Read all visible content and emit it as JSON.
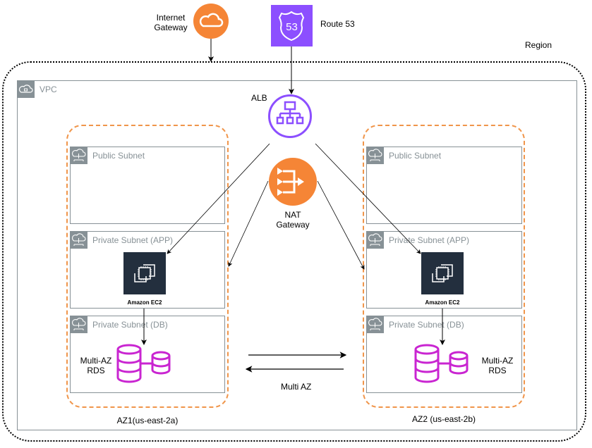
{
  "diagram": {
    "title": "AWS Multi-AZ Architecture",
    "external": {
      "internet_gateway": {
        "label_line1": "Internet",
        "label_line2": "Gateway",
        "color": "#f58536"
      },
      "route53": {
        "label": "Route 53",
        "glyph": "53",
        "color": "#8c4fff"
      }
    },
    "region": {
      "label": "Region"
    },
    "vpc": {
      "label": "VPC"
    },
    "alb": {
      "label": "ALB",
      "color": "#8c4fff"
    },
    "nat_gateway": {
      "label_line1": "NAT",
      "label_line2": "Gateway",
      "color": "#f58536"
    },
    "availability_zones": [
      {
        "label": "AZ1(us-east-2a)",
        "subnets": {
          "public": "Public Subnet",
          "app": "Private Subnet (APP)",
          "db": "Private Subnet (DB)"
        },
        "ec2_label": "Amazon EC2",
        "rds_label_line1": "Multi-AZ",
        "rds_label_line2": "RDS"
      },
      {
        "label": "AZ2 (us-east-2b)",
        "subnets": {
          "public": "Public Subnet",
          "app": "Private Subnet (APP)",
          "db": "Private Subnet (DB)"
        },
        "ec2_label": "Amazon EC2",
        "rds_label_line1": "Multi-AZ",
        "rds_label_line2": "RDS"
      }
    ],
    "replication": {
      "label": "Multi AZ"
    },
    "colors": {
      "az_border": "#f0954a",
      "rds": "#c925d1",
      "ec2_bg": "#232f3e",
      "group_grey": "#879196"
    }
  }
}
